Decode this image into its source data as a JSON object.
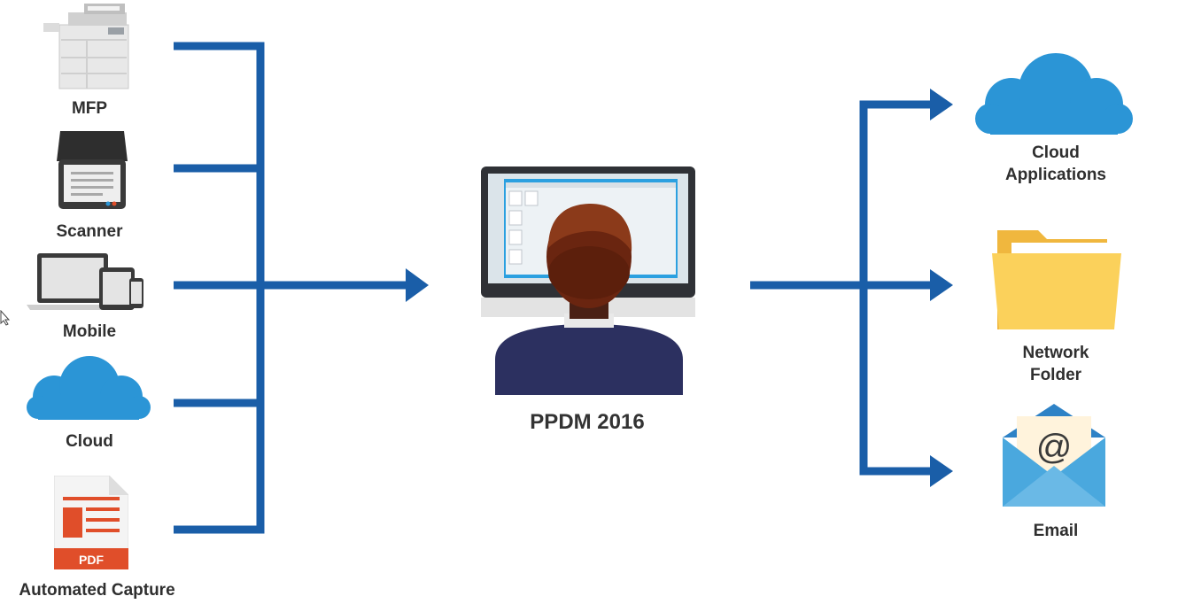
{
  "sources": [
    {
      "id": "mfp",
      "label": "MFP",
      "icon": "printer-icon"
    },
    {
      "id": "scanner",
      "label": "Scanner",
      "icon": "scanner-icon"
    },
    {
      "id": "mobile",
      "label": "Mobile",
      "icon": "devices-icon"
    },
    {
      "id": "cloud",
      "label": "Cloud",
      "icon": "cloud-icon"
    },
    {
      "id": "automated-capture",
      "label": "Automated Capture",
      "icon": "pdf-file-icon",
      "badge": "PDF"
    }
  ],
  "center": {
    "label": "PPDM 2016",
    "icon": "user-at-monitor-icon"
  },
  "destinations": [
    {
      "id": "cloud-applications",
      "label_lines": [
        "Cloud",
        "Applications"
      ],
      "icon": "cloud-icon"
    },
    {
      "id": "network-folder",
      "label_lines": [
        "Network",
        "Folder"
      ],
      "icon": "folder-icon"
    },
    {
      "id": "email",
      "label_lines": [
        "Email"
      ],
      "icon": "email-envelope-icon",
      "symbol": "@"
    }
  ],
  "colors": {
    "connector": "#1a5ea8",
    "cloud": "#2b95d6",
    "folder": "#fbd15b",
    "envelope": "#4aa8de",
    "pdf": "#e04e2a",
    "text": "#2f2f2f"
  }
}
